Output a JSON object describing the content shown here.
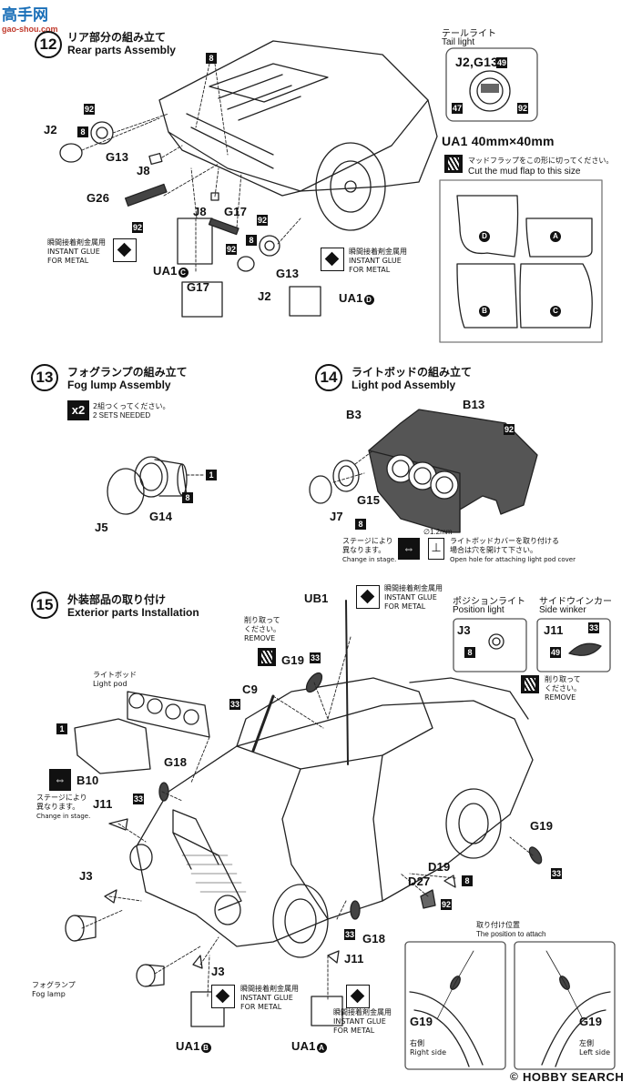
{
  "watermark": {
    "top": "高手网",
    "bottom": "gao-shou.com"
  },
  "step12": {
    "number": "12",
    "title_jp": "リア部分の組み立て",
    "title_en": "Rear parts Assembly"
  },
  "step13": {
    "number": "13",
    "title_jp": "フォグランプの組み立て",
    "title_en": "Fog lump Assembly",
    "sets_badge": "x2",
    "sets_jp": "2組つくってください。",
    "sets_en": "2 SETS NEEDED"
  },
  "step14": {
    "number": "14",
    "title_jp": "ライトボッドの組み立て",
    "title_en": "Light pod Assembly"
  },
  "step15": {
    "number": "15",
    "title_jp": "外装部品の取り付け",
    "title_en": "Exterior parts Installation"
  },
  "taillight": {
    "title_jp": "テールライト",
    "title_en": "Tail light",
    "parts": "J2,G13"
  },
  "mudflap": {
    "title": "UA1  40mm×40mm",
    "note_jp": "マッドフラップをこの形に切ってください。",
    "note_en": "Cut the mud flap to this size",
    "flaps": [
      "D",
      "A",
      "B",
      "C"
    ]
  },
  "position_light": {
    "title_jp": "ポジションライト",
    "title_en": "Position light",
    "part": "J3"
  },
  "side_winker": {
    "title_jp": "サイドウインカー",
    "title_en": "Side winker",
    "part": "J11"
  },
  "glue": {
    "jp": "瞬間接着剤金属用",
    "en1": "INSTANT GLUE",
    "en2": "FOR METAL"
  },
  "remove": {
    "jp1": "削り取って",
    "jp2": "ください。",
    "en": "REMOVE"
  },
  "stage": {
    "jp1": "ステージにより",
    "jp2": "異なります。",
    "en": "Change in stage."
  },
  "lightpod_hole": {
    "jp1": "ライトボッドカバーを取り付ける",
    "jp2": "場合は穴を開けて下さい。",
    "en": "Open hole for attaching light pod cover",
    "drill": "∅1.2mm"
  },
  "lightpod_label": {
    "jp": "ライトボッド",
    "en": "Light pod"
  },
  "foglamp_label": {
    "jp": "フォグランプ",
    "en": "Fog lamp"
  },
  "attach": {
    "jp": "取り付け位置",
    "en": "The position to attach",
    "right_jp": "右側",
    "right_en": "Right side",
    "left_jp": "左側",
    "left_en": "Left side"
  },
  "labels": {
    "j2a": "J2",
    "g13a": "G13",
    "j8a": "J8",
    "g26": "G26",
    "j8b": "J8",
    "g17a": "G17",
    "g17b": "G17",
    "ua1c": "UA1",
    "j2b": "J2",
    "g13b": "G13",
    "ua1d": "UA1",
    "g14": "G14",
    "j5": "J5",
    "b3": "B3",
    "b13": "B13",
    "g15": "G15",
    "j7": "J7",
    "ub1": "UB1",
    "g19a": "G19",
    "c9": "C9",
    "g18a": "G18",
    "b10": "B10",
    "j11a": "J11",
    "j3a": "J3",
    "j3b": "J3",
    "ua1b": "UA1",
    "ua1a": "UA1",
    "j11b": "J11",
    "g18b": "G18",
    "d19": "D19",
    "d27": "D27",
    "g19b": "G19",
    "g19c": "G19",
    "g19d": "G19"
  },
  "circled": {
    "c": "C",
    "d": "D",
    "b": "B",
    "a": "A"
  },
  "numbers": {
    "n8": "8",
    "n92": "92",
    "n49": "49",
    "n47": "47",
    "n1": "1",
    "n33": "33"
  },
  "footer": {
    "logo": "HOBBY SEARCH",
    "copyright": "©"
  }
}
